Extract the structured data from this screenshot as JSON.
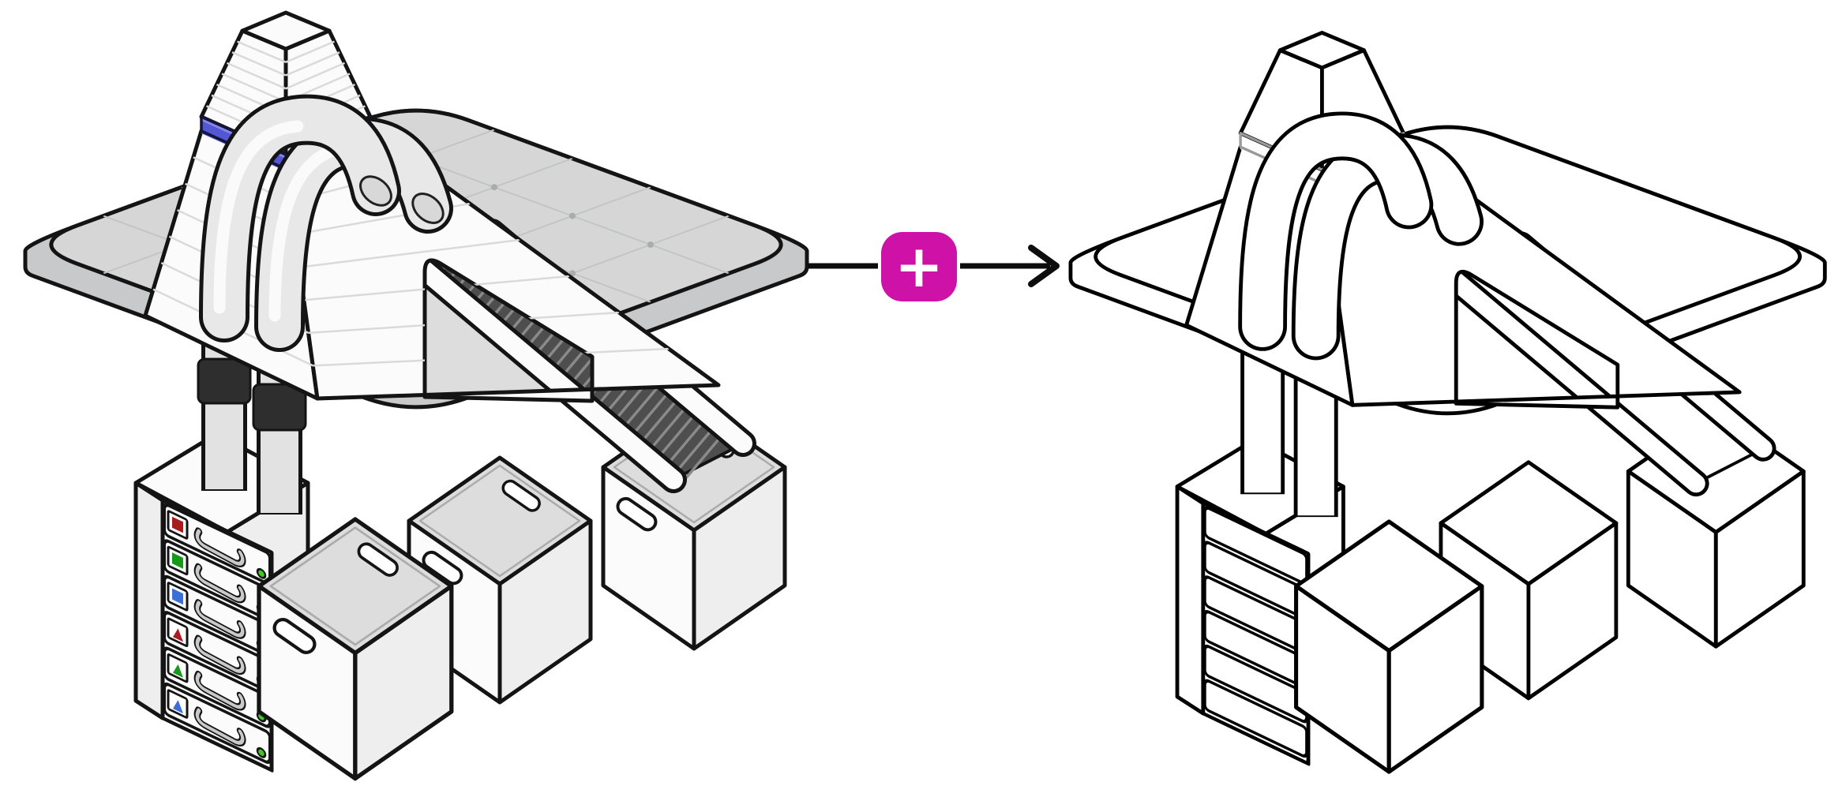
{
  "connector": {
    "plus_label": "+"
  },
  "colors": {
    "accent": "#CE12A7",
    "band_blue": "#5457D3",
    "band_highlight": "#8588EA",
    "platform_gray": "#D6D6D6",
    "platform_edge_gray": "#C7C9CA",
    "belt_gray": "#4E4E4E",
    "belt_stripe": "#8A8A8A",
    "led_green": "#3FC724",
    "icon_red": "#A81C1F",
    "icon_green": "#179A1C",
    "icon_blue": "#3A6ED8",
    "pipe_band_dark": "#2E2E2E",
    "outline_gray_band": "#9A9A9A",
    "arrow_black": "#0D0D0D"
  },
  "panels": [
    {
      "id": "left",
      "style": "colored-isometric-illustration"
    },
    {
      "id": "right",
      "style": "outline-isometric-illustration"
    }
  ],
  "scene_elements": [
    "striped-pyramid",
    "accent-band",
    "curved-tubes",
    "grid-platform",
    "supply-pipes",
    "server-rack",
    "conveyor-belt",
    "storage-bins"
  ],
  "rack_drawer_icons": [
    "red-square",
    "green-square",
    "blue-square",
    "red-triangle",
    "green-triangle",
    "blue-triangle"
  ]
}
